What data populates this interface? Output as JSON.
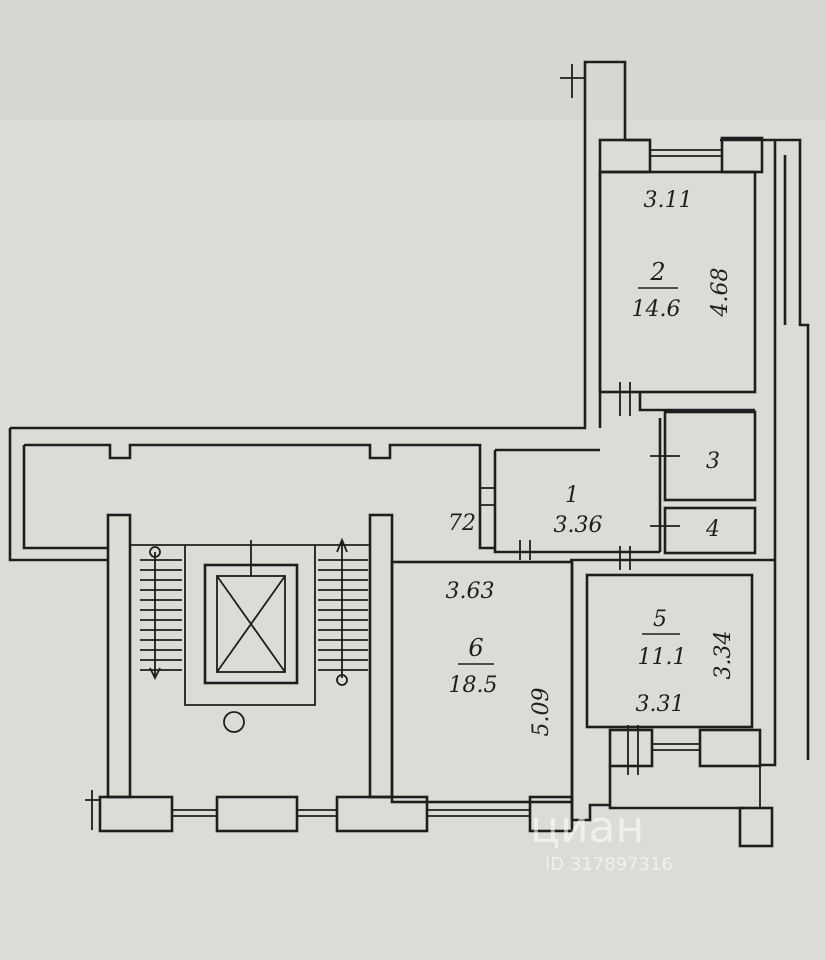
{
  "rooms": [
    {
      "number": "2",
      "area": "14.6",
      "dim_a": "3.11",
      "dim_b": "4.68"
    },
    {
      "number": "1",
      "area": "3.36",
      "dim_a": "72"
    },
    {
      "number": "3"
    },
    {
      "number": "4"
    },
    {
      "number": "5",
      "area": "11.1",
      "dim_a": "3.31",
      "dim_b": "3.34"
    },
    {
      "number": "6",
      "area": "18.5",
      "dim_a": "3.63",
      "dim_b": "5.09"
    }
  ],
  "watermark": {
    "brand": "циан",
    "id": "ID 317897316"
  }
}
